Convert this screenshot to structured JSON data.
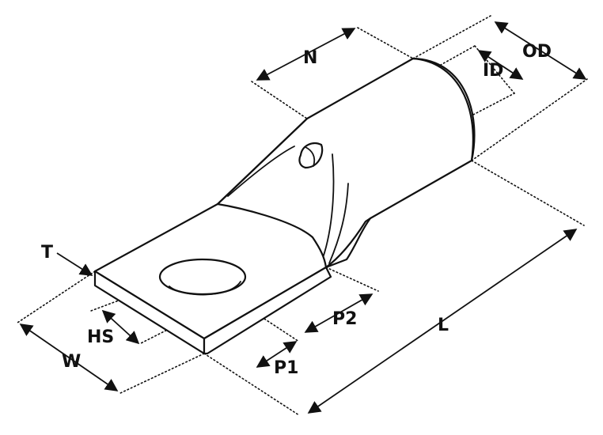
{
  "labels": {
    "N": "N",
    "OD": "OD",
    "ID": "ID",
    "T": "T",
    "HS": "HS",
    "W": "W",
    "P1": "P1",
    "P2": "P2",
    "L": "L"
  },
  "colors": {
    "line": "#111111",
    "background": "#ffffff"
  }
}
